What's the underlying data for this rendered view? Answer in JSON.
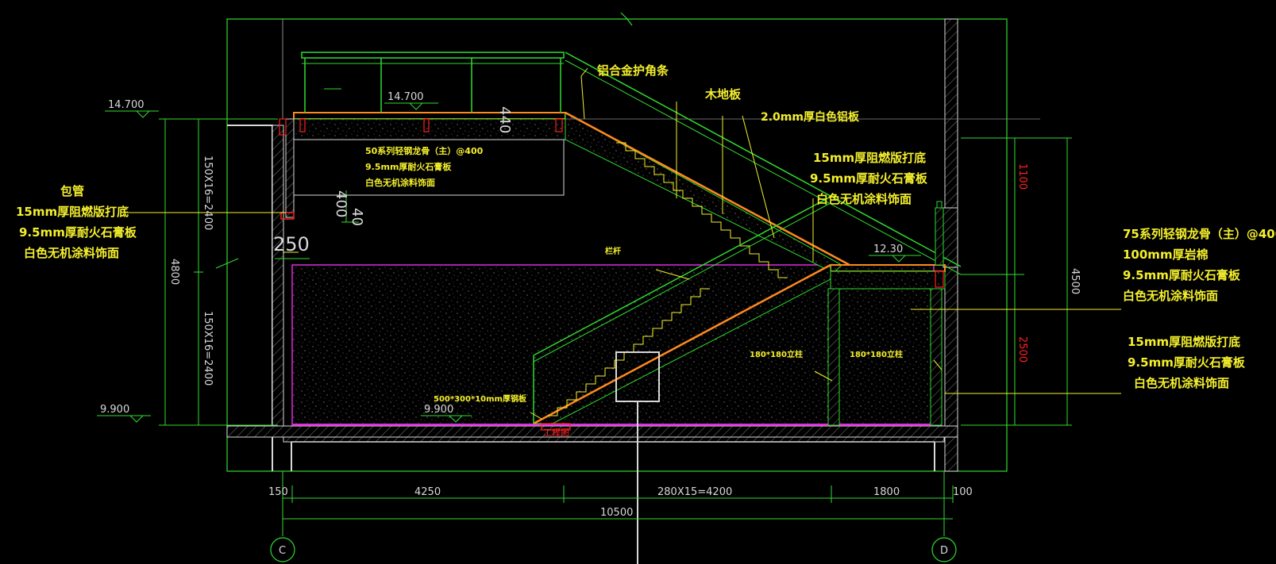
{
  "colors": {
    "background": "#000000",
    "green": "#2fdc2f",
    "yellow": "#f4ef2c",
    "orange": "#ff8a1e",
    "magenta": "#e02ce0",
    "white": "#d8d8d8",
    "red": "#ff2020",
    "grey": "#8a8a8a"
  },
  "levels": {
    "top_left": "14.700",
    "top_inner": "14.700",
    "bottom_left": "9.900",
    "bottom_inner": "9.900",
    "landing": "12.30"
  },
  "dimensions": {
    "left_upper": "150X16=2400",
    "left_lower": "150X16=2400",
    "left_total": "4800",
    "right_upper_red": "1100",
    "right_lower_red": "2500",
    "right_total": "4500",
    "beam_height": "440",
    "beam_drop": "400",
    "beam_drop2": "40",
    "wall_thk": "250",
    "bottom": {
      "d1": "150",
      "d2": "4250",
      "d3": "280X15=4200",
      "d4": "1800",
      "d5": "100",
      "total": "10500"
    }
  },
  "annotations": {
    "aluminum_edge": "铝合金护角条",
    "wood_floor": "木地板",
    "aluminum_plate": "2.0mm厚白色铝板",
    "fire_board_1": "15mm厚阻燃版打底",
    "gypsum_1": "9.5mm厚耐火石膏板",
    "paint_1": "白色无机涂料饰面",
    "wrap_pipe": "包管",
    "fire_board_2": "15mm厚阻燃版打底",
    "gypsum_2": "9.5mm厚耐火石膏板",
    "paint_2": "白色无机涂料饰面",
    "keel_50": "50系列轻钢龙骨（主）@400",
    "gypsum_3": "9.5mm厚耐火石膏板",
    "paint_3": "白色无机涂料饰面",
    "keel_75": "75系列轻钢龙骨（主）@400",
    "rock_wool": "100mm厚岩棉",
    "gypsum_4": "9.5mm厚耐火石膏板",
    "paint_4": "白色无机涂料饰面",
    "fire_board_3": "15mm厚阻燃版打底",
    "gypsum_5": "9.5mm厚耐火石膏板",
    "paint_5": "白色无机涂料饰面",
    "railing": "栏杆",
    "column_1": "180*180立柱",
    "column_2": "180*180立柱",
    "steel_plate": "500*300*10mm厚钢板",
    "red_tag": "工程图"
  },
  "axes": {
    "left": "C",
    "right": "D"
  }
}
